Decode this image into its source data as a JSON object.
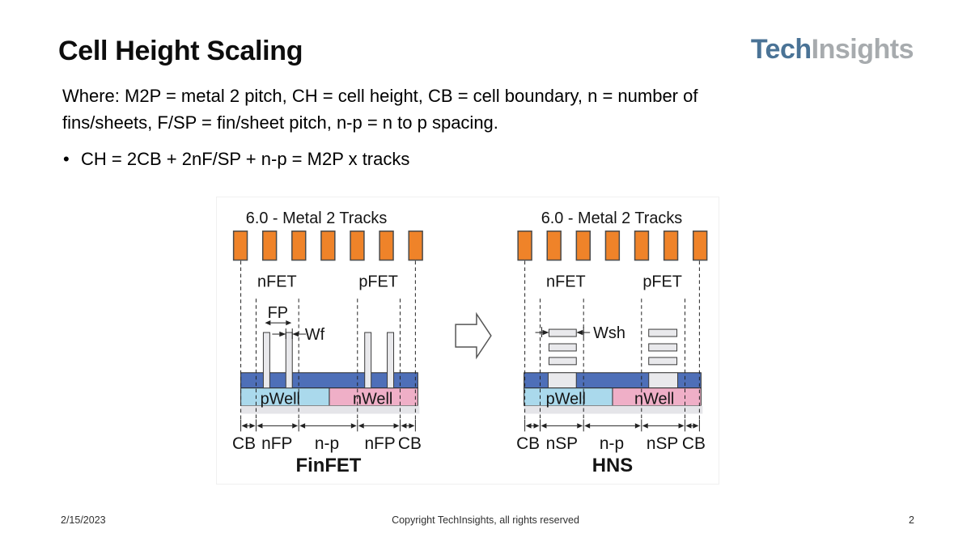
{
  "slide": {
    "title": "Cell Height Scaling",
    "body_line1": "Where: M2P = metal 2 pitch, CH = cell height, CB = cell boundary, n = number of",
    "body_line2": "fins/sheets, F/SP = fin/sheet pitch, n-p = n to p spacing.",
    "bullet_glyph": "•",
    "bullet": "CH = 2CB + 2nF/SP + n-p = M2P x tracks"
  },
  "logo": {
    "part1": "Tech",
    "part2": "Insights",
    "color1": "#4a7396",
    "color2": "#a7abae"
  },
  "footer": {
    "date": "2/15/2023",
    "copyright": "Copyright TechInsights, all rights reserved",
    "page": "2"
  },
  "figure": {
    "colors": {
      "track": "#ef8329",
      "track_border": "#4a4a4a",
      "bar": "#4e6fb8",
      "bar_border": "#2b2b2b",
      "pwell": "#aad9ec",
      "nwell": "#efafc7",
      "substrate": "#e5e5e9",
      "fin": "#e9e9ec",
      "fin_border": "#3a3a3a",
      "line": "#222222",
      "arrow_outline": "#555555"
    },
    "left": {
      "tracks_label": "6.0 - Metal 2 Tracks",
      "track_count": 7,
      "nfet": "nFET",
      "pfet": "pFET",
      "fp": "FP",
      "wf": "Wf",
      "pwell": "pWell",
      "nwell": "nWell",
      "dims": [
        "CB",
        "nFP",
        "n-p",
        "nFP",
        "CB"
      ],
      "name": "FinFET"
    },
    "right": {
      "tracks_label": "6.0 - Metal 2 Tracks",
      "track_count": 7,
      "nfet": "nFET",
      "pfet": "pFET",
      "wsh": "Wsh",
      "pwell": "pWell",
      "nwell": "nWell",
      "dims": [
        "CB",
        "nSP",
        "n-p",
        "nSP",
        "CB"
      ],
      "name": "HNS"
    }
  }
}
